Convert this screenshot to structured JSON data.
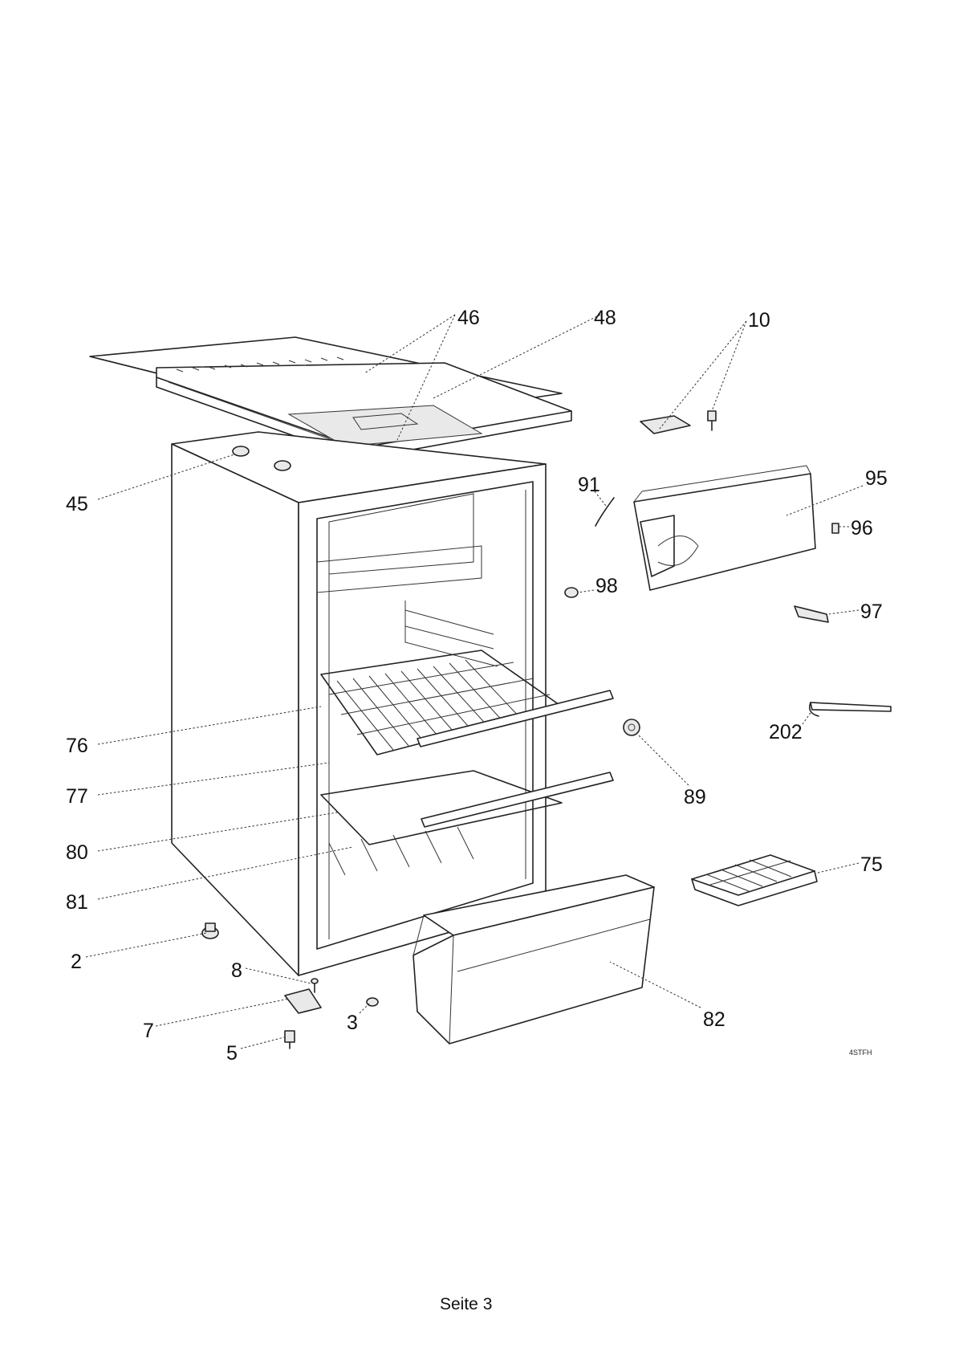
{
  "callouts": {
    "c46": "46",
    "c48": "48",
    "c10": "10",
    "c45": "45",
    "c91": "91",
    "c95": "95",
    "c96": "96",
    "c98": "98",
    "c97": "97",
    "c202": "202",
    "c76": "76",
    "c77": "77",
    "c89": "89",
    "c80": "80",
    "c75": "75",
    "c81": "81",
    "c2": "2",
    "c8": "8",
    "c7": "7",
    "c3": "3",
    "c82": "82",
    "c5": "5"
  },
  "drawing_code": "4STFH",
  "footer": {
    "page_label": "Seite 3"
  }
}
